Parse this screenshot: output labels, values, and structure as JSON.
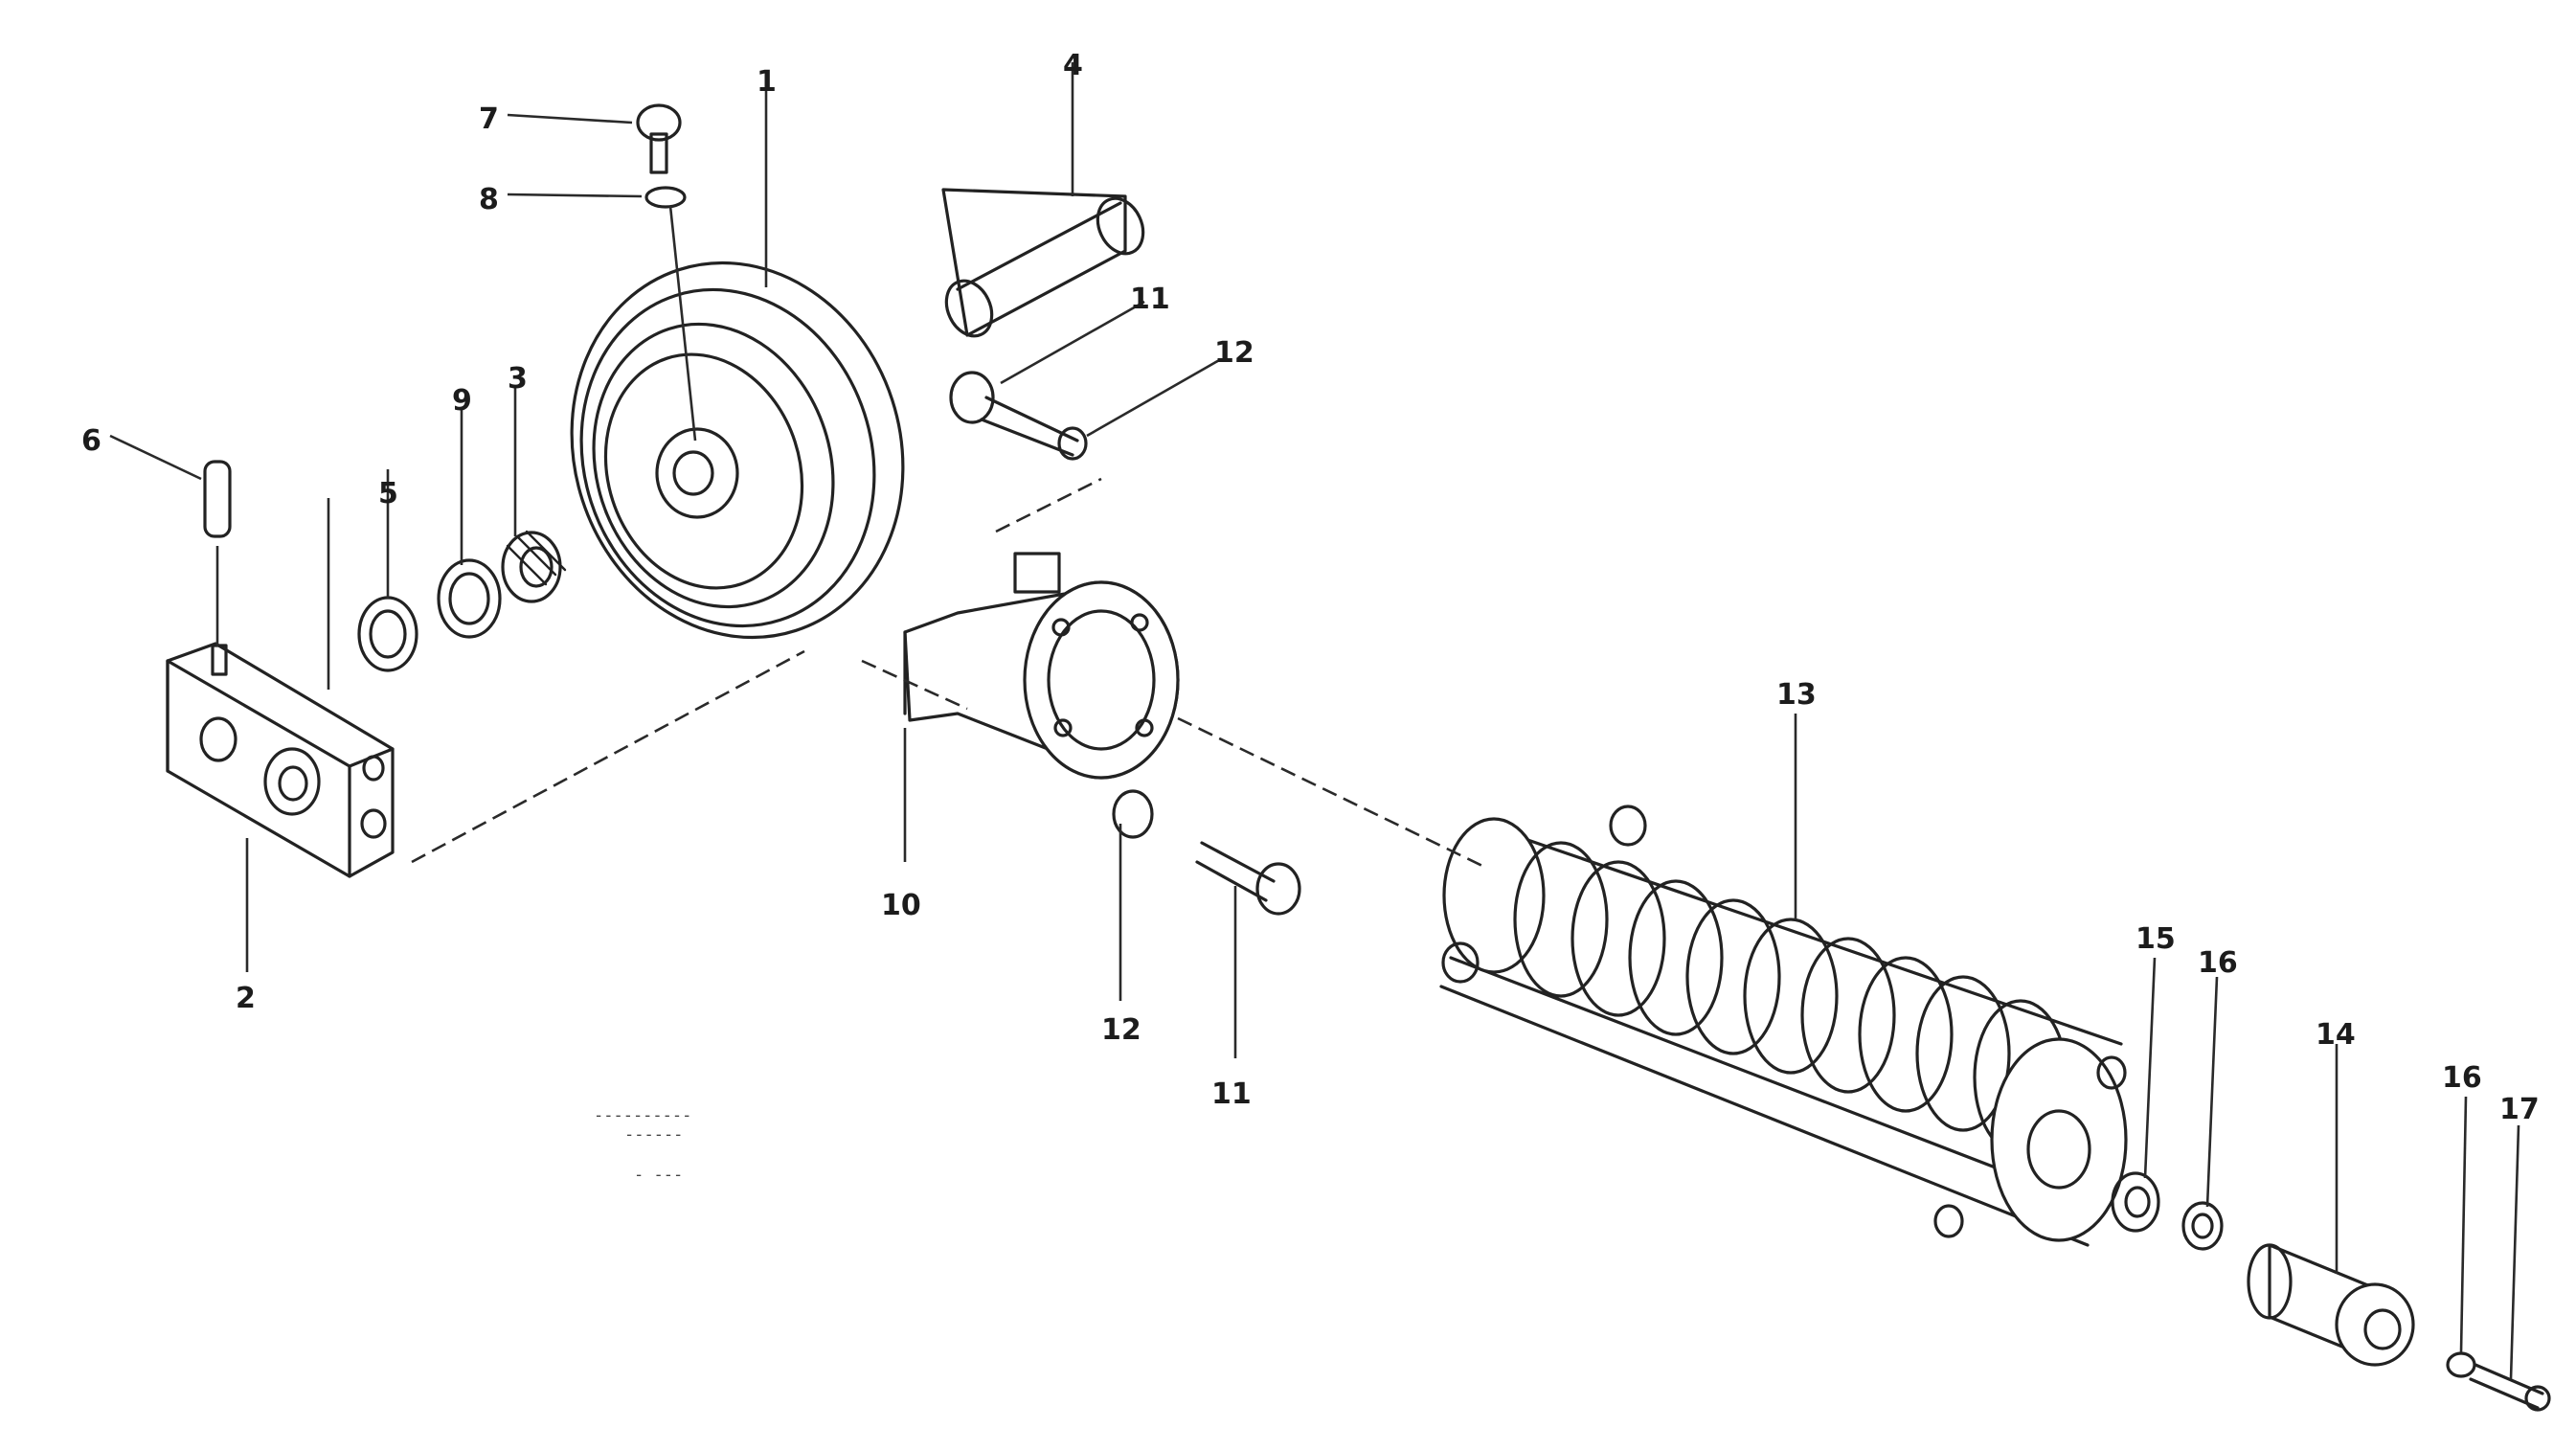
{
  "diagram": {
    "type": "exploded-parts-view",
    "callouts": [
      "1",
      "2",
      "3",
      "4",
      "5",
      "6",
      "7",
      "8",
      "9",
      "10",
      "11",
      "12",
      "13",
      "14",
      "15",
      "16",
      "17"
    ],
    "reference_lines": [
      "----------",
      "------"
    ],
    "figure_ref": "- ---"
  },
  "colors": {
    "ink": "#222222",
    "background": "#ffffff"
  }
}
